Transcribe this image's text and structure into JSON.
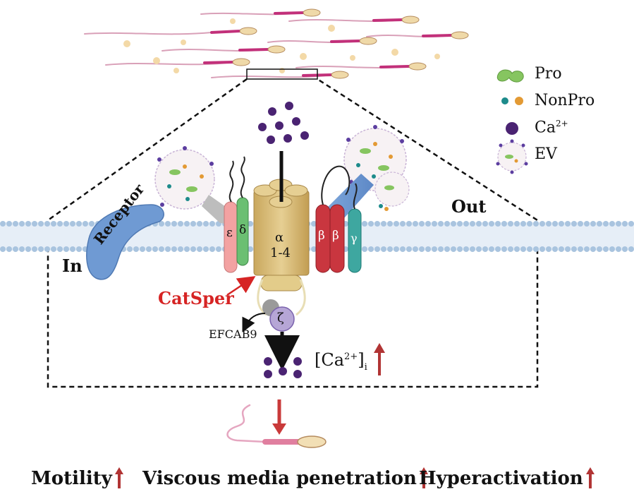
{
  "legend": {
    "pro": "Pro",
    "nonpro": "NonPro",
    "ca": "Ca",
    "ca_sup": "2+",
    "ev": "EV"
  },
  "labels": {
    "in": "In",
    "out": "Out",
    "receptor": "Receptor",
    "catsper": "CatSper",
    "efcab9": "EFCAB9",
    "alpha": "α",
    "alpha_range": "1-4",
    "epsilon": "ε",
    "delta": "δ",
    "beta1": "β",
    "beta2": "β",
    "gamma": "γ",
    "zeta": "ζ",
    "ca_i_open": "[Ca",
    "ca_i_sup": "2+",
    "ca_i_close": "]",
    "ca_i_sub": "i"
  },
  "outcomes": {
    "motility": "Motility",
    "viscous": "Viscous media penetration",
    "hyperactivation": "Hyperactivation"
  },
  "colors": {
    "membrane": "#a9c4df",
    "catsper_red": "#d62424",
    "arrow_red": "#b13434",
    "ca_purple": "#4a2372",
    "receptor_blue": "#6f9ad3",
    "alpha_gold": "#d8bd7a"
  }
}
